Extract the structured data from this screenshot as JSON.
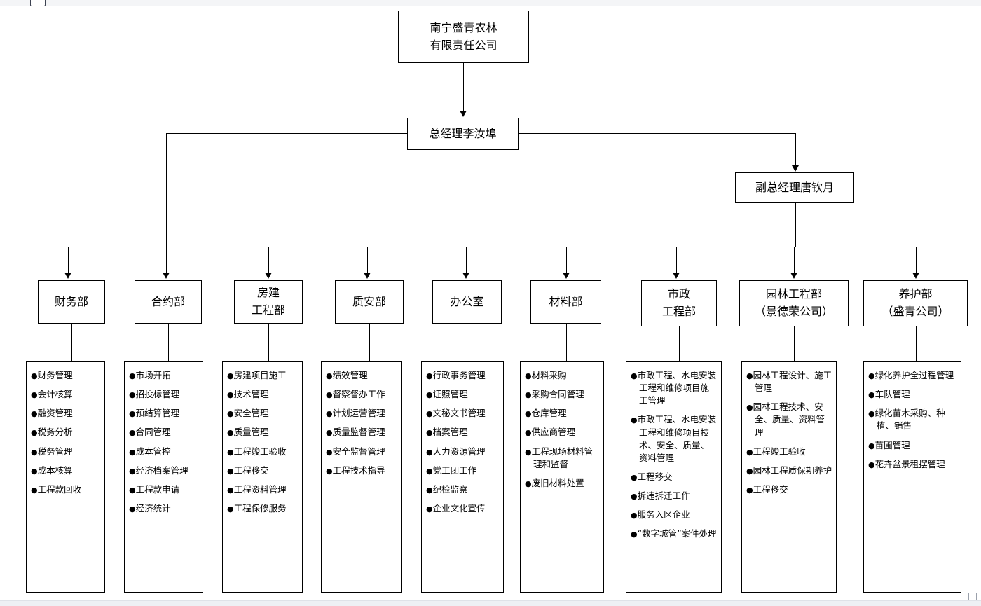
{
  "chart": {
    "title_node": {
      "lines": [
        "南宁盛青农林",
        "有限责任公司"
      ]
    },
    "general_manager": {
      "lines": [
        "总经理李汝埠"
      ]
    },
    "deputy_general_manager": {
      "lines": [
        "副总经理唐钦月"
      ]
    },
    "departments": [
      {
        "id": "finance",
        "header_lines": [
          "财务部"
        ],
        "items": [
          "财务管理",
          "会计核算",
          "融资管理",
          "税务分析",
          "税务管理",
          "成本核算",
          "工程款回收"
        ]
      },
      {
        "id": "contract",
        "header_lines": [
          "合约部"
        ],
        "items": [
          "市场开拓",
          "招投标管理",
          "预结算管理",
          "合同管理",
          "成本管控",
          "经济档案管理",
          "工程款申请",
          "经济统计"
        ]
      },
      {
        "id": "building-engineering",
        "header_lines": [
          "房建",
          "工程部"
        ],
        "items": [
          "房建项目施工",
          "技术管理",
          "安全管理",
          "质量管理",
          "工程竣工验收",
          "工程移交",
          "工程资料管理",
          "工程保修服务"
        ]
      },
      {
        "id": "quality-safety",
        "header_lines": [
          "质安部"
        ],
        "items": [
          "绩效管理",
          "督察督办工作",
          "计划运营管理",
          "质量监督管理",
          "安全监督管理",
          "工程技术指导"
        ]
      },
      {
        "id": "office",
        "header_lines": [
          "办公室"
        ],
        "items": [
          "行政事务管理",
          "证照管理",
          "文秘文书管理",
          "档案管理",
          "人力资源管理",
          "党工团工作",
          "纪检监察",
          "企业文化宣传"
        ]
      },
      {
        "id": "materials",
        "header_lines": [
          "材料部"
        ],
        "items": [
          "材料采购",
          "采购合同管理",
          "仓库管理",
          "供应商管理",
          "工程现场材料管理和监督",
          "废旧材料处置"
        ]
      },
      {
        "id": "municipal-engineering",
        "header_lines": [
          "市政",
          "工程部"
        ],
        "items": [
          "市政工程、水电安装工程和维修项目施工管理",
          "市政工程、水电安装工程和维修项目技术、安全、质量、资料管理",
          "工程移交",
          "拆违拆迁工作",
          "服务入区企业",
          "“数字城管”案件处理"
        ]
      },
      {
        "id": "landscape-engineering",
        "header_lines": [
          "园林工程部",
          "（景德荣公司）"
        ],
        "items": [
          "园林工程设计、施工管理",
          "园林工程技术、安全、质量、资料管理",
          "工程竣工验收",
          "园林工程质保期养护",
          "工程移交"
        ]
      },
      {
        "id": "maintenance",
        "header_lines": [
          "养护部",
          "（盛青公司）"
        ],
        "items": [
          "绿化养护全过程管理",
          "车队管理",
          "绿化苗木采购、种植、销售",
          "苗圃管理",
          "花卉盆景租摆管理"
        ]
      }
    ],
    "bullet_glyph": "●",
    "colors": {
      "line": "#000000",
      "box_border": "#000000",
      "background": "#ffffff",
      "text": "#000000"
    }
  }
}
